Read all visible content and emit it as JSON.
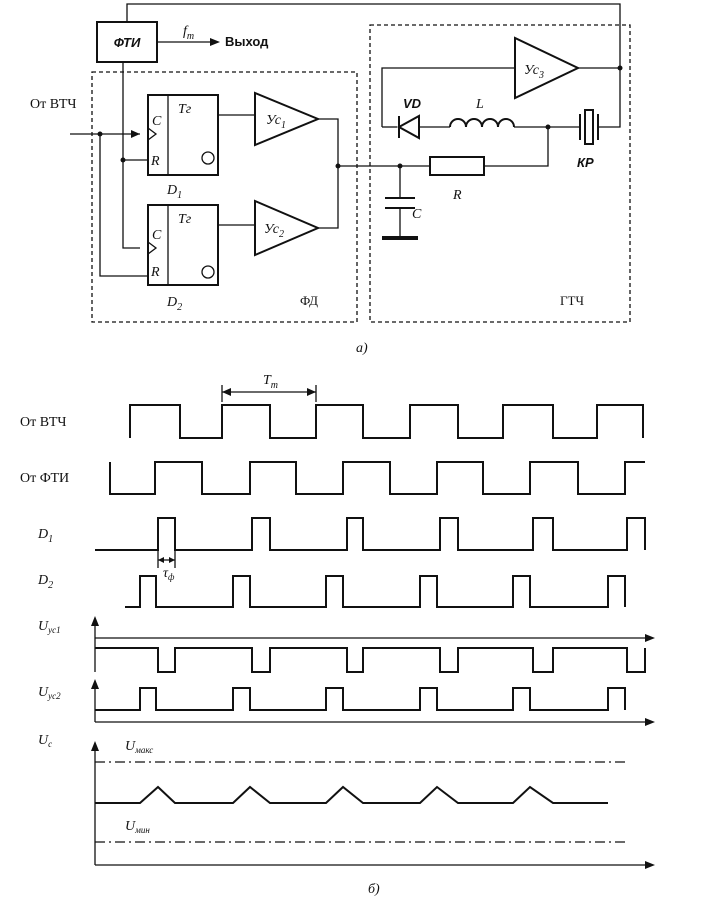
{
  "schematic": {
    "fti_block": "ФТИ",
    "ft_label": "f",
    "ft_sub": "т",
    "output_label": "Выход",
    "input_label": "От ВТЧ",
    "trigger1": {
      "type": "Тг",
      "c": "C",
      "r": "R",
      "name": "D",
      "sub": "1"
    },
    "trigger2": {
      "type": "Тг",
      "c": "C",
      "r": "R",
      "name": "D",
      "sub": "2"
    },
    "amp1": {
      "base": "Ус",
      "sub": "1"
    },
    "amp2": {
      "base": "Ус",
      "sub": "2"
    },
    "amp3": {
      "base": "Ус",
      "sub": "3"
    },
    "fd_label": "ФД",
    "gtch_label": "ГТЧ",
    "vd_label": "VD",
    "l_label": "L",
    "r_label": "R",
    "c_label": "C",
    "kr_label": "КР",
    "caption": "а)"
  },
  "timing": {
    "period_label": "T",
    "period_sub": "т",
    "tau_label": "τ",
    "tau_sub": "ф",
    "rows": [
      {
        "key": "vtch",
        "label": "От ВТЧ"
      },
      {
        "key": "fti",
        "label": "От ФТИ"
      },
      {
        "key": "d1",
        "label": "D",
        "sub": "1"
      },
      {
        "key": "d2",
        "label": "D",
        "sub": "2"
      },
      {
        "key": "uys1",
        "label": "U",
        "sub": "ус1"
      },
      {
        "key": "uys2",
        "label": "U",
        "sub": "ус2"
      },
      {
        "key": "uc",
        "label": "U",
        "sub": "с"
      }
    ],
    "u_max_label": "U",
    "u_max_sub": "макс",
    "u_min_label": "U",
    "u_min_sub": "мин",
    "caption": "б)"
  }
}
